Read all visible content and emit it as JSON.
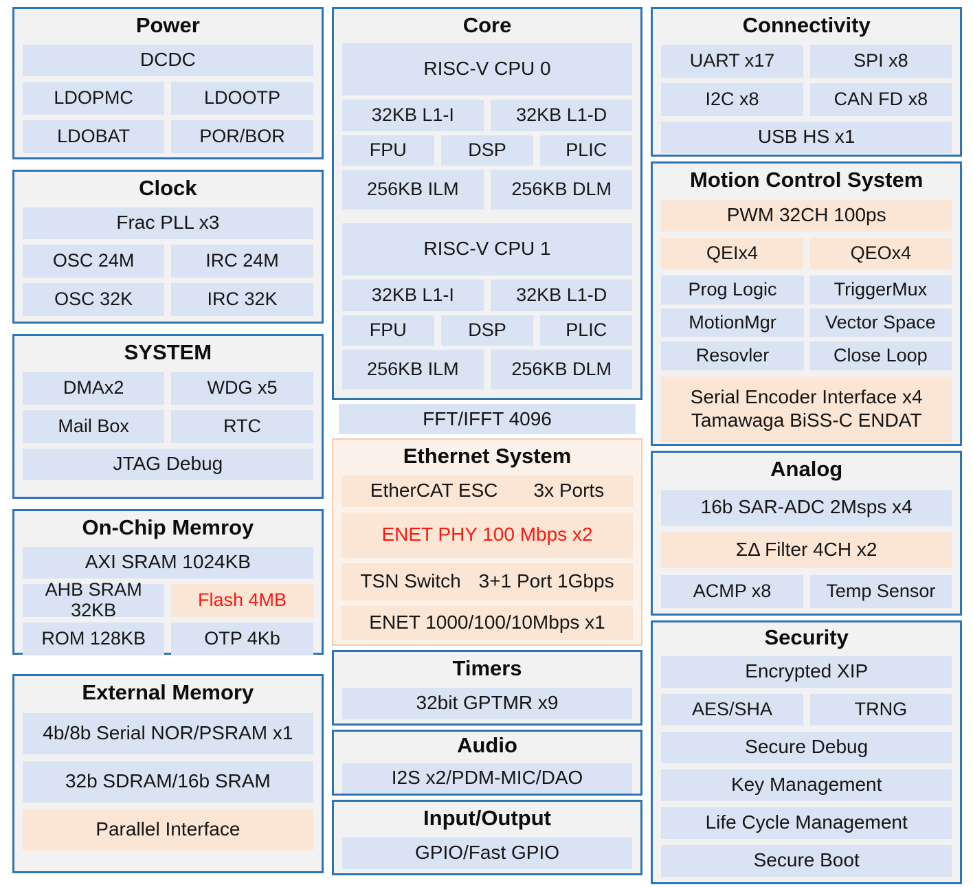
{
  "power": {
    "title": "Power",
    "dcdc": "DCDC",
    "ldopmc": "LDOPMC",
    "ldootp": "LDOOTP",
    "ldobat": "LDOBAT",
    "porbor": "POR/BOR"
  },
  "clock": {
    "title": "Clock",
    "fracpll": "Frac PLL x3",
    "osc24": "OSC 24M",
    "irc24": "IRC 24M",
    "osc32": "OSC 32K",
    "irc32": "IRC 32K"
  },
  "system": {
    "title": "SYSTEM",
    "dma": "DMAx2",
    "wdg": "WDG x5",
    "mailbox": "Mail Box",
    "rtc": "RTC",
    "jtag": "JTAG Debug"
  },
  "onchip": {
    "title": "On-Chip Memroy",
    "axi": "AXI SRAM 1024KB",
    "ahb": "AHB SRAM 32KB",
    "flash": "Flash 4MB",
    "rom": "ROM 128KB",
    "otp": "OTP 4Kb"
  },
  "extmem": {
    "title": "External Memory",
    "nor": "4b/8b Serial NOR/PSRAM x1",
    "sdram": "32b SDRAM/16b SRAM",
    "parallel": "Parallel Interface"
  },
  "core": {
    "title": "Core",
    "cpu0": "RISC-V CPU 0",
    "cpu1": "RISC-V CPU 1",
    "l1i": "32KB L1-I",
    "l1d": "32KB L1-D",
    "fpu": "FPU",
    "dsp": "DSP",
    "plic": "PLIC",
    "ilm": "256KB ILM",
    "dlm": "256KB DLM"
  },
  "fft": {
    "label": "FFT/IFFT 4096"
  },
  "ethernet": {
    "title": "Ethernet System",
    "ethercat": "EtherCAT ESC",
    "ethercat_ports": "3x Ports",
    "phy": "ENET PHY 100 Mbps x2",
    "tsn": "TSN Switch",
    "tsn_ports": "3+1 Port 1Gbps",
    "enet": "ENET 1000/100/10Mbps x1"
  },
  "timers": {
    "title": "Timers",
    "gptmr": "32bit GPTMR x9"
  },
  "audio": {
    "title": "Audio",
    "i2s": "I2S x2/PDM-MIC/DAO"
  },
  "io": {
    "title": "Input/Output",
    "gpio": "GPIO/Fast GPIO"
  },
  "connectivity": {
    "title": "Connectivity",
    "uart": "UART x17",
    "spi": "SPI x8",
    "i2c": "I2C x8",
    "canfd": "CAN FD x8",
    "usb": "USB HS x1"
  },
  "motion": {
    "title": "Motion Control System",
    "pwm": "PWM 32CH 100ps",
    "qei": "QEIx4",
    "qeo": "QEOx4",
    "prog": "Prog Logic",
    "trigger": "TriggerMux",
    "motionmgr": "MotionMgr",
    "vector": "Vector Space",
    "resolver": "Resovler",
    "closeloop": "Close Loop",
    "encoder_line1": "Serial Encoder Interface x4",
    "encoder_line2": "Tamawaga BiSS-C ENDAT"
  },
  "analog": {
    "title": "Analog",
    "adc": "16b SAR-ADC 2Msps x4",
    "sdfilter": "ΣΔ Filter 4CH x2",
    "acmp": "ACMP x8",
    "temp": "Temp Sensor"
  },
  "security": {
    "title": "Security",
    "xip": "Encrypted XIP",
    "aes": "AES/SHA",
    "trng": "TRNG",
    "debug": "Secure Debug",
    "key": "Key Management",
    "lifecycle": "Life Cycle Management",
    "boot": "Secure Boot"
  },
  "colors": {
    "box_border": "#2e75b6",
    "panel_bg": "#f2f2f3",
    "blue_cell": "#dae3f3",
    "peach_cell": "#fbe5d5",
    "peach_panel_bg": "#fdf2e9",
    "peach_panel_border": "#f6cdaa",
    "red_text": "#fb190f"
  }
}
